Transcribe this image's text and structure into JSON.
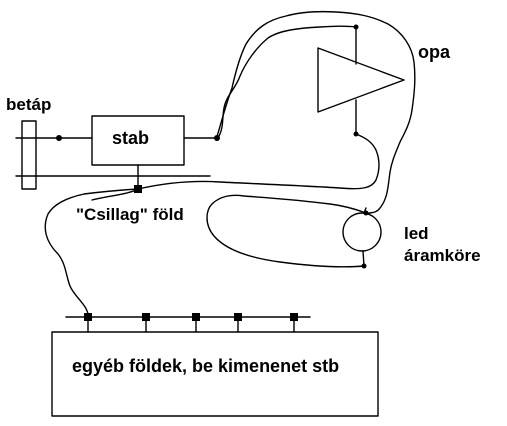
{
  "diagram": {
    "labels": {
      "betap": "betáp",
      "stab": "stab",
      "opa": "opa",
      "csillag": "\"Csillag\" föld",
      "led_line1": "led",
      "led_line2": "áramköre",
      "egyeb": "egyéb földek, be kimenenet stb"
    },
    "colors": {
      "line": "#000000",
      "background": "#ffffff"
    }
  }
}
